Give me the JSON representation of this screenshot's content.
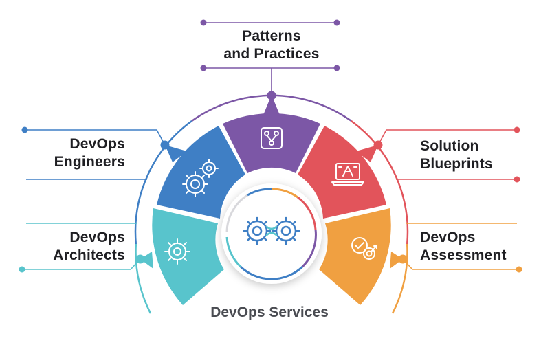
{
  "segments": [
    {
      "id": "architects",
      "lines": [
        "DevOps",
        "Architects"
      ],
      "color": "#58c4cc",
      "icon": "gear-target-icon"
    },
    {
      "id": "engineers",
      "lines": [
        "DevOps",
        "Engineers"
      ],
      "color": "#3f7fc5",
      "icon": "gears-code-icon"
    },
    {
      "id": "patterns",
      "lines": [
        "Patterns",
        "and Practices"
      ],
      "color": "#7c57a6",
      "icon": "workflow-nodes-icon"
    },
    {
      "id": "blueprints",
      "lines": [
        "Solution",
        "Blueprints"
      ],
      "color": "#e2545b",
      "icon": "laptop-blueprint-icon"
    },
    {
      "id": "assessment",
      "lines": [
        "DevOps",
        "Assessment"
      ],
      "color": "#f0a041",
      "icon": "check-target-icon"
    }
  ],
  "center": {
    "title": "DevOps Services",
    "icon": "devops-infinity-gears-icon"
  },
  "colors": {
    "text": "#1f1f23",
    "footer": "#4a4c52",
    "hub_ring_gray": "#d8d8dc",
    "hub_icon": "#3f7fc5"
  }
}
